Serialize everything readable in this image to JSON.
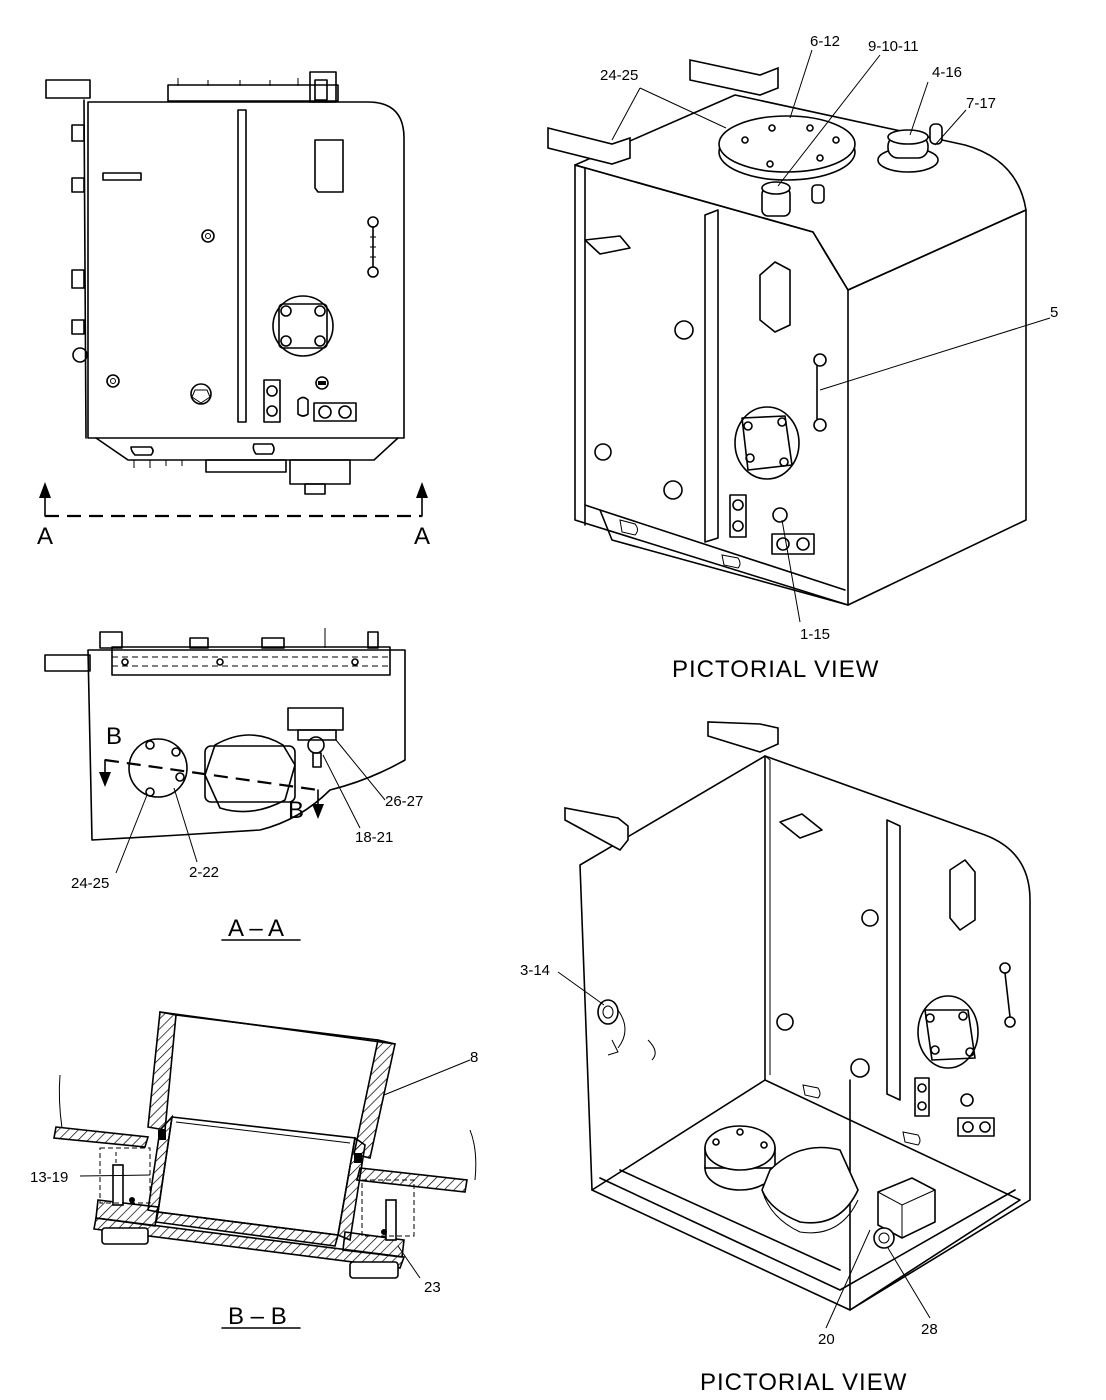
{
  "section_markers": {
    "a_left": "A",
    "a_right": "A",
    "b_left": "B",
    "b_right": "B"
  },
  "view_titles": {
    "section_aa": "A – A",
    "section_bb": "B – B",
    "pictorial_top": "PICTORIAL  VIEW",
    "pictorial_bottom": "PICTORIAL  VIEW"
  },
  "callouts": {
    "c_24_25_top": "24-25",
    "c_6_12": "6-12",
    "c_9_10_11": "9-10-11",
    "c_4_16": "4-16",
    "c_7_17": "7-17",
    "c_5": "5",
    "c_1_15": "1-15",
    "c_26_27": "26-27",
    "c_18_21": "18-21",
    "c_24_25_aa": "24-25",
    "c_2_22": "2-22",
    "c_8": "8",
    "c_13_19": "13-19",
    "c_23": "23",
    "c_3_14": "3-14",
    "c_20": "20",
    "c_28": "28"
  }
}
